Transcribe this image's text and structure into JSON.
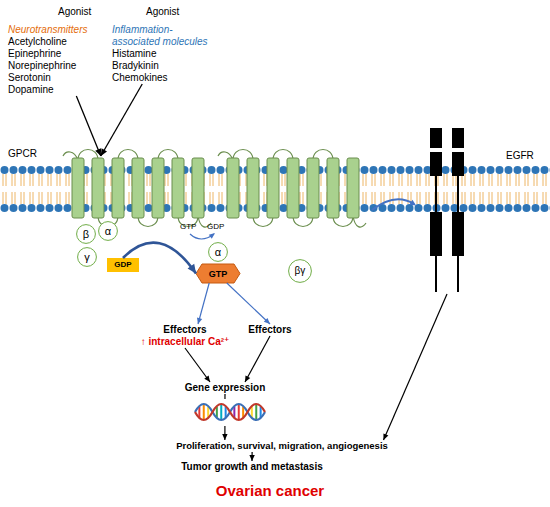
{
  "diagram": {
    "nodes": [
      {
        "text": [
          "Agonist",
          "Neurotransmitters",
          "Acetylcholine",
          "Epinephrine",
          "Norepinephrine",
          "Serotonin",
          "Dopamine"
        ]
      },
      {
        "text": [
          "Agonist",
          "Inflammation-associated molecules",
          "Histamine",
          "Bradykinin",
          "Chemokines"
        ]
      },
      {
        "text": [
          "GPCR"
        ]
      },
      {
        "text": [
          "β"
        ]
      },
      {
        "text": [
          "α"
        ]
      },
      {
        "text": [
          "γ"
        ]
      },
      {
        "text": [
          "GDP"
        ]
      },
      {
        "text": [
          "α"
        ]
      },
      {
        "text": [
          "GTP"
        ]
      },
      {
        "text": [
          "βγ"
        ]
      },
      {
        "text": [
          "EGFR"
        ]
      },
      {
        "text": [
          "Effectors",
          "↑ intracellular Ca²⁺"
        ]
      },
      {
        "text": [
          "Effectors"
        ]
      },
      {
        "text": [
          "Gene expression"
        ]
      },
      {
        "text": [
          "Proliferation, survival, migration, angiogenesis"
        ]
      },
      {
        "text": [
          "Tumor growth and metastasis"
        ]
      }
    ],
    "edges": [
      {
        "from": 0,
        "to": 2,
        "arrow": "to"
      },
      {
        "from": 1,
        "to": 2,
        "arrow": "to"
      },
      {
        "from": 6,
        "to": 8,
        "arrow": "to"
      },
      {
        "from": 8,
        "to": 11,
        "arrow": "to"
      },
      {
        "from": 8,
        "to": 12,
        "arrow": "to"
      },
      {
        "from": 11,
        "to": 13,
        "arrow": "to"
      },
      {
        "from": 12,
        "to": 13,
        "arrow": "to"
      },
      {
        "from": 13,
        "to": 14,
        "arrow": "to"
      },
      {
        "from": 10,
        "to": 14,
        "arrow": "to"
      },
      {
        "from": 14,
        "to": 15,
        "arrow": "to"
      }
    ],
    "labels": [
      "GTP",
      "GDP",
      "Ovarian cancer"
    ]
  }
}
